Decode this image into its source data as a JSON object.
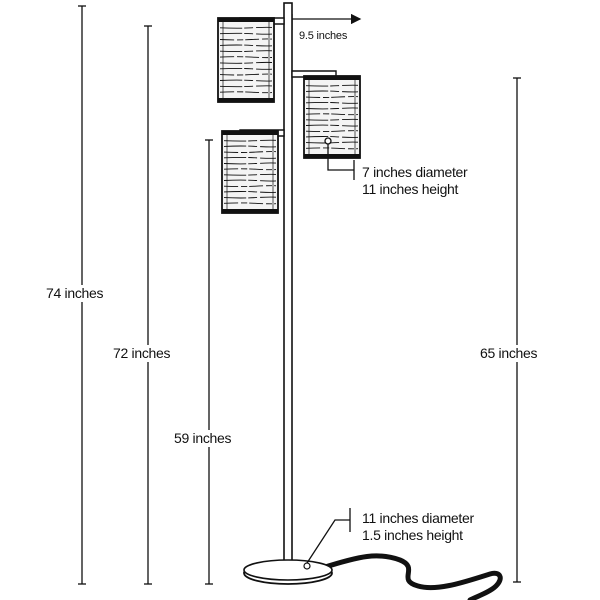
{
  "dimensions": {
    "overall_height": "74 inches",
    "upper_shade_height": "72 inches",
    "lower_shade_height": "59 inches",
    "right_shade_height": "65 inches",
    "arm_length": "9.5 inches"
  },
  "shade_spec": {
    "diameter": "7 inches diameter",
    "height": "11 inches height"
  },
  "base_spec": {
    "diameter": "11 inches diameter",
    "height": "1.5 inches height"
  },
  "colors": {
    "ink": "#111111",
    "shade_fill": "#f4f4f4",
    "background": "#ffffff"
  }
}
